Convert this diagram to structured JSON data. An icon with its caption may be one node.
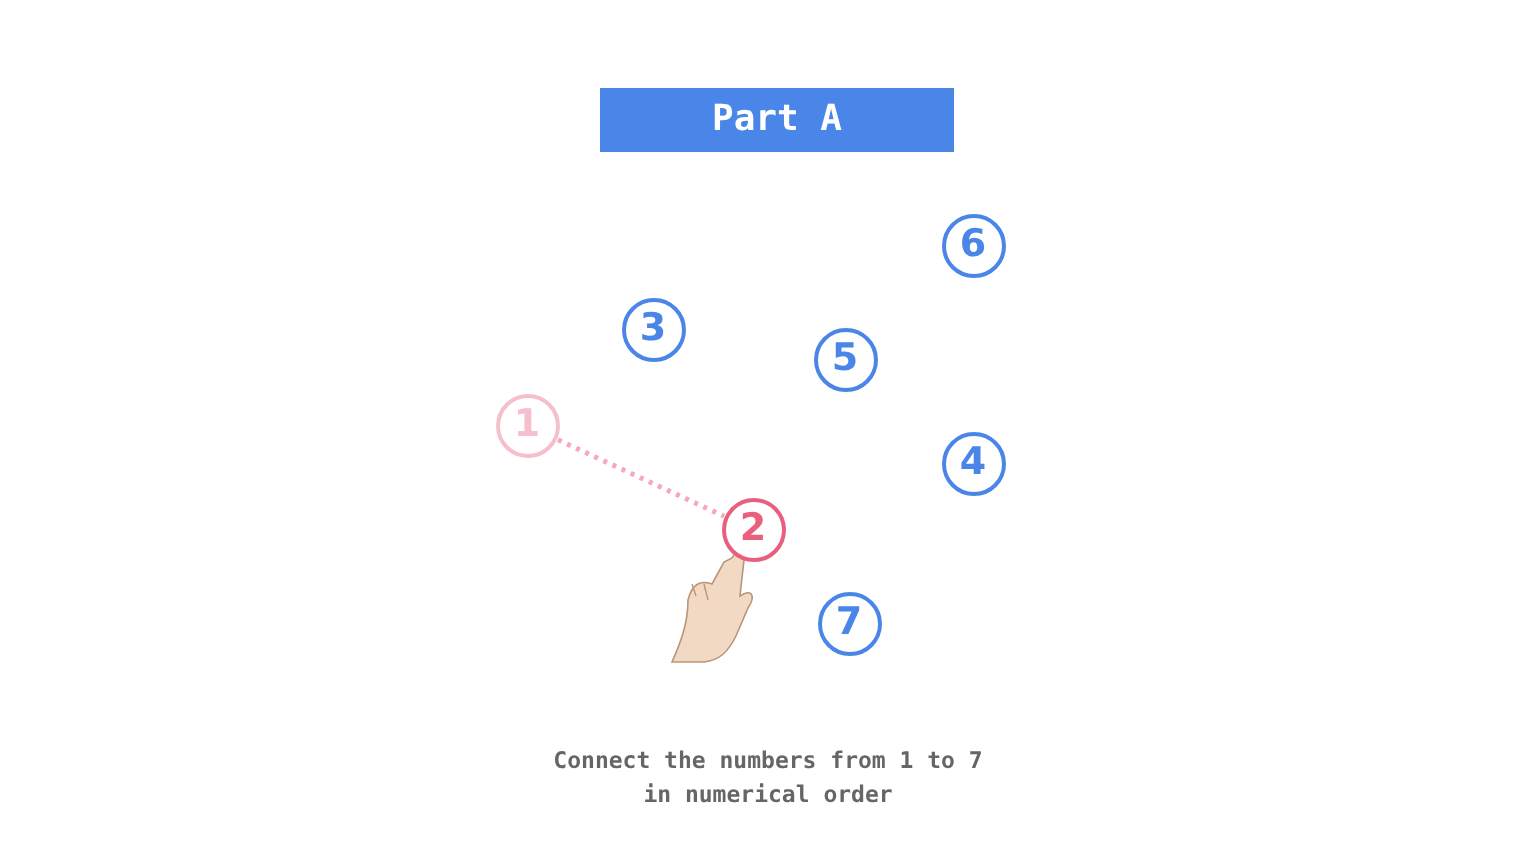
{
  "diagram": {
    "title": "Part A",
    "caption": "Connect the numbers from 1 to 7 in numerical order",
    "nodes": [
      {
        "text": [
          "6"
        ]
      },
      {
        "text": [
          "3"
        ]
      },
      {
        "text": [
          "5"
        ]
      },
      {
        "text": [
          "1"
        ]
      },
      {
        "text": [
          "4"
        ]
      },
      {
        "text": [
          "2"
        ]
      },
      {
        "text": [
          "7"
        ]
      }
    ],
    "edges": [
      {
        "from": 3,
        "to": 5,
        "arrow": "none",
        "style": "dashed",
        "color": "#f4a9bc"
      }
    ]
  }
}
